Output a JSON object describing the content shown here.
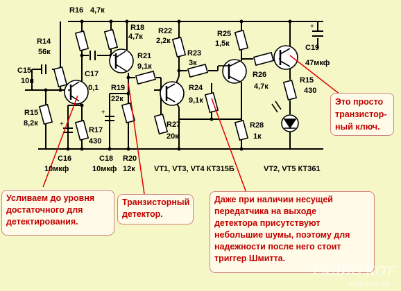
{
  "components": {
    "R16": {
      "ref": "R16",
      "val": "4,7к"
    },
    "R14": {
      "ref": "R14",
      "val": "56к"
    },
    "R18": {
      "ref": "R18",
      "val": "4,7к"
    },
    "R21": {
      "ref": "R21",
      "val": "9,1к"
    },
    "R22": {
      "ref": "R22",
      "val": "2,2к"
    },
    "R23": {
      "ref": "R23",
      "val": "3к"
    },
    "R25": {
      "ref": "R25",
      "val": "1,5к"
    },
    "R26": {
      "ref": "R26",
      "val": "4,7к"
    },
    "C19": {
      "ref": "C19",
      "val": "47мкф"
    },
    "C15": {
      "ref": "C15",
      "val": "10н"
    },
    "C17": {
      "ref": "C17",
      "val": "0,1"
    },
    "R19": {
      "ref": "R19",
      "val": "22к"
    },
    "R24": {
      "ref": "R24",
      "val": "9,1к"
    },
    "R15": {
      "ref": "R15",
      "val": "8,2к"
    },
    "R15b": {
      "ref": "R15",
      "val": "430"
    },
    "R17": {
      "ref": "R17",
      "val": "430"
    },
    "R27": {
      "ref": "R27",
      "val": "20к"
    },
    "R28": {
      "ref": "R28",
      "val": "1к"
    },
    "C16": {
      "ref": "C16",
      "val": "10мкф"
    },
    "C18": {
      "ref": "C18",
      "val": "10мкф"
    },
    "R20": {
      "ref": "R20",
      "val": "12к"
    }
  },
  "transistor_notes": {
    "npn": "VT1, VT3, VT4 КТ315Б",
    "pnp": "VT2, VT5 КТ361"
  },
  "annotations": {
    "amp": [
      "Усливаем до уровня",
      "достаточного для",
      "детектирования."
    ],
    "detector": [
      "Транзисторный",
      "детектор."
    ],
    "noise": [
      "Даже при наличии несущей",
      "передатчика на выходе",
      "детектора присутствуют",
      "небольшие шумы, поэтому для",
      "надежности после него стоит",
      "триггер Шмитта."
    ],
    "switch": [
      "Это просто",
      "транзистор-",
      "ный ключ."
    ]
  },
  "watermark": {
    "title": "РАДИО КОТ",
    "url": "radiokot.ru"
  },
  "colors": {
    "background": "#f5f7c6",
    "annotation_text": "#c00000",
    "annotation_line": "#e00000",
    "component_fill": "#ffffff"
  }
}
